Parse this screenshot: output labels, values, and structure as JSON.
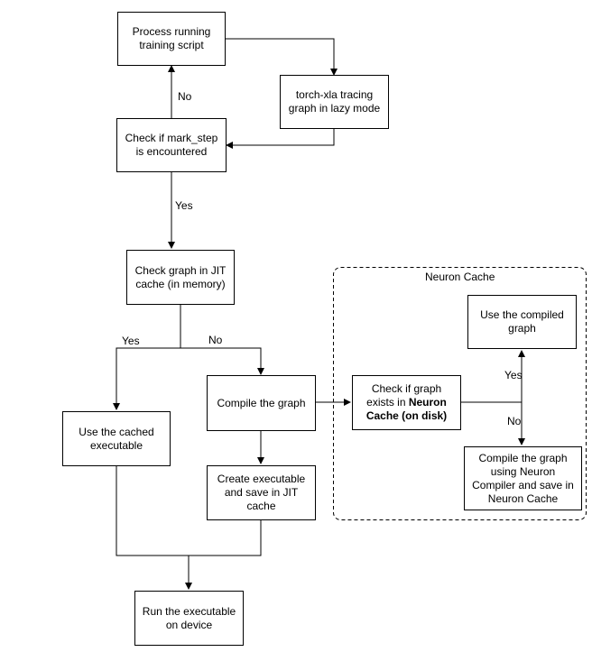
{
  "group": {
    "title": "Neuron Cache"
  },
  "nodes": {
    "process": "Process running training script",
    "tracing": "torch-xla tracing graph in lazy mode",
    "check_mark": "Check if mark_step is encountered",
    "check_jit": "Check graph in JIT cache (in memory)",
    "use_cached": "Use the cached executable",
    "compile": "Compile the graph",
    "create_exec": "Create executable and save in JIT cache",
    "run": "Run the executable on device",
    "check_neuron_pre": "Check if graph exists in ",
    "check_neuron_bold": "Neuron Cache (on disk)",
    "use_compiled": "Use the compiled graph",
    "compile_neuron": "Compile the graph using Neuron Compiler and save in Neuron Cache"
  },
  "edge_labels": {
    "no_top": "No",
    "yes_mark": "Yes",
    "yes_jit": "Yes",
    "no_jit": "No",
    "yes_neuron": "Yes",
    "no_neuron": "No"
  }
}
